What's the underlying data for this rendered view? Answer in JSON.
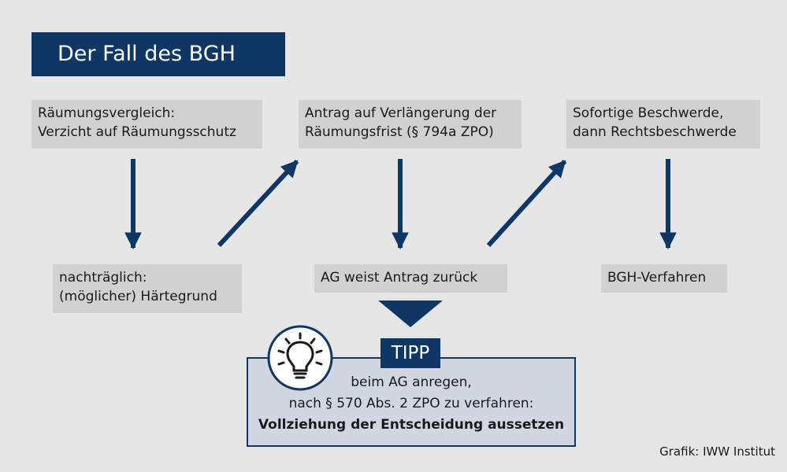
{
  "title": "Der Fall des BGH",
  "boxes": {
    "b1": [
      "Räumungsvergleich:",
      "Verzicht auf Räumungsschutz"
    ],
    "b2": [
      "Antrag auf Verlängerung der",
      "Räumungsfrist (§ 794a ZPO)"
    ],
    "b3": [
      "Sofortige Beschwerde,",
      "dann Rechtsbeschwerde"
    ],
    "b4": [
      "nachträglich:",
      "(möglicher) Härtegrund"
    ],
    "b5": [
      "AG weist Antrag zurück"
    ],
    "b6": [
      "BGH-Verfahren"
    ]
  },
  "tip": {
    "label": "TIPP",
    "line1": "beim AG anregen,",
    "line2": "nach § 570 Abs. 2 ZPO zu verfahren:",
    "line3": "Vollziehung der Entscheidung aussetzen",
    "icon": "lightbulb-icon"
  },
  "credit": "Grafik: IWW Institut",
  "colors": {
    "navy": "#0f3765",
    "box_gray": "#d1d1d1",
    "background": "#e6e6e6",
    "tip_bg": "#d1d6e1"
  }
}
